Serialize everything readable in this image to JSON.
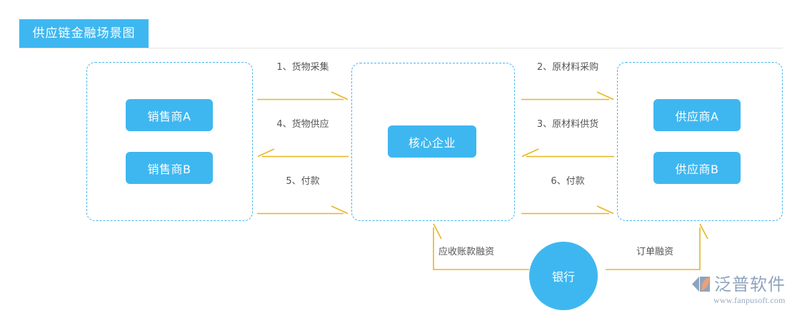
{
  "header": {
    "title": "供应链金融场景图",
    "banner_color": "#3EB7F0"
  },
  "theme": {
    "accent_blue": "#3EB7F0",
    "dashed_border": "#45B6EE",
    "arrow_gold": "#E8B620",
    "label_gray": "#555555",
    "background": "#FFFFFF"
  },
  "groups": {
    "sellers": {
      "entities": [
        {
          "label": "销售商A"
        },
        {
          "label": "销售商B"
        }
      ]
    },
    "core": {
      "entities": [
        {
          "label": "核心企业"
        }
      ]
    },
    "suppliers": {
      "entities": [
        {
          "label": "供应商A"
        },
        {
          "label": "供应商B"
        }
      ]
    }
  },
  "bank": {
    "label": "银行"
  },
  "flows": [
    {
      "id": "flow-1",
      "label": "1、货物采集",
      "direction": "right"
    },
    {
      "id": "flow-4",
      "label": "4、货物供应",
      "direction": "left"
    },
    {
      "id": "flow-5",
      "label": "5、付款",
      "direction": "right"
    },
    {
      "id": "flow-2",
      "label": "2、原材料采购",
      "direction": "right"
    },
    {
      "id": "flow-3",
      "label": "3、原材料供货",
      "direction": "left"
    },
    {
      "id": "flow-6",
      "label": "6、付款",
      "direction": "right"
    }
  ],
  "financing": [
    {
      "id": "fin-receivable",
      "label": "应收账款融资"
    },
    {
      "id": "fin-order",
      "label": "订单融资"
    }
  ],
  "logo": {
    "name": "泛普软件",
    "url": "www.fanpusoft.com"
  }
}
